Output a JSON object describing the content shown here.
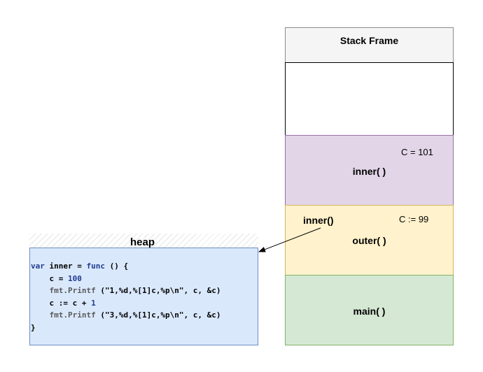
{
  "stack": {
    "header": "Stack Frame",
    "frames": [
      {
        "label": "",
        "color": "#ffffff"
      },
      {
        "label": "inner( )",
        "var": "C = 101",
        "color": "#e1d5e7"
      },
      {
        "label": "outer( )",
        "var": "C := 99",
        "ref": "inner()",
        "color": "#fff2cc"
      },
      {
        "label": "main( )",
        "color": "#d5e8d4"
      }
    ]
  },
  "heap": {
    "title": "heap",
    "color": "#dae8fc",
    "code": [
      {
        "parts": [
          [
            "kw",
            "var"
          ],
          [
            "",
            "inner"
          ],
          [
            "",
            "="
          ],
          [
            "kw",
            "func"
          ],
          [
            "",
            "() {"
          ]
        ]
      },
      {
        "parts": [
          [
            "",
            "    c"
          ],
          [
            "",
            "="
          ],
          [
            "num",
            "100"
          ]
        ]
      },
      {
        "parts": [
          [
            "fn",
            "    fmt.Printf"
          ],
          [
            "",
            "(\"1,%d,%[1]c,%p\\n\", c, &c)"
          ]
        ]
      },
      {
        "parts": [
          [
            "",
            "    c"
          ],
          [
            "",
            ":="
          ],
          [
            "",
            "c"
          ],
          [
            "",
            "+"
          ],
          [
            "num",
            "1"
          ]
        ]
      },
      {
        "parts": [
          [
            "fn",
            "    fmt.Printf"
          ],
          [
            "",
            "(\"3,%d,%[1]c,%p\\n\", c, &c)"
          ]
        ]
      },
      {
        "parts": [
          [
            "",
            "}"
          ]
        ]
      }
    ]
  }
}
